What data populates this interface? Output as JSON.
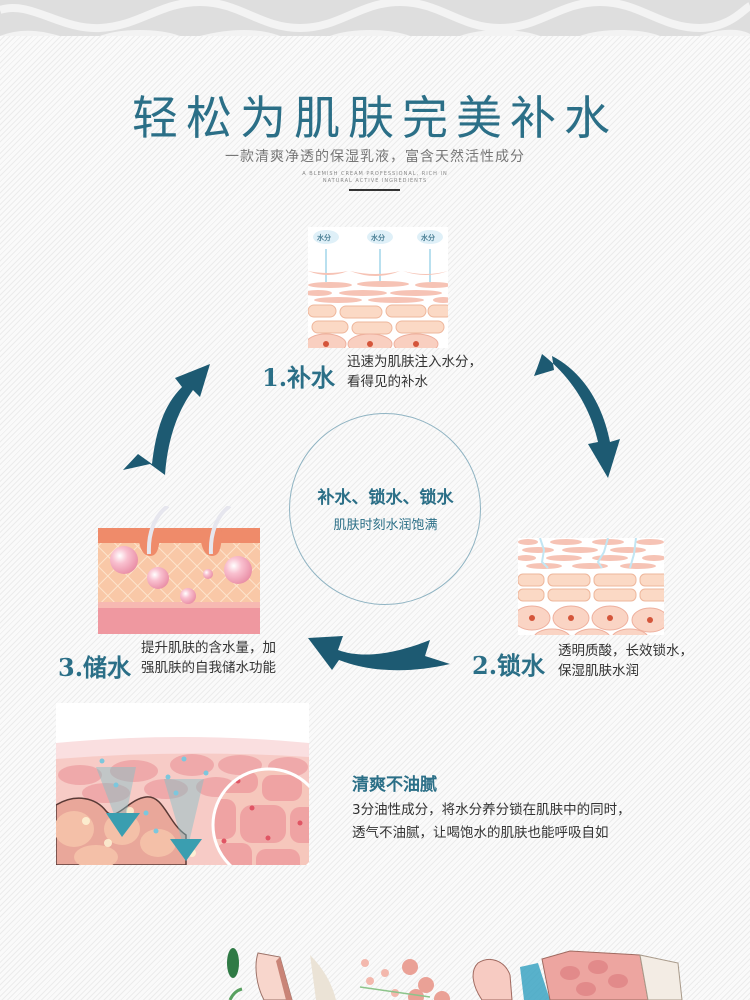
{
  "header": {
    "title": "轻松为肌肤完美补水",
    "subtitle": "一款清爽净透的保湿乳液，富含天然活性成分",
    "english_line1": "A BLEMISH CREAM PROFESSIONAL, RICH IN",
    "english_line2": "NATURAL ACTIVE INGREDIENTS"
  },
  "cycle": {
    "center_line1": "补水、锁水、锁水",
    "center_line2": "肌肤时刻水润饱满",
    "steps": [
      {
        "number": "1.补水",
        "desc_line1": "迅速为肌肤注入水分，",
        "desc_line2": "看得见的补水",
        "image_labels": [
          "水分",
          "水分",
          "水分"
        ]
      },
      {
        "number": "2.锁水",
        "desc_line1": "透明质酸，长效锁水，",
        "desc_line2": "保湿肌肤水润"
      },
      {
        "number": "3.储水",
        "desc_line1": "提升肌肤的含水量，加",
        "desc_line2": "强肌肤的自我储水功能"
      }
    ]
  },
  "feature": {
    "title": "清爽不油腻",
    "desc_line1": "3分油性成分，将水分养分锁在肌肤中的同时，",
    "desc_line2": "透气不油腻，让喝饱水的肌肤也能呼吸自如"
  },
  "colors": {
    "accent": "#2b6f87",
    "arrow": "#1d5a72",
    "skin_pink": "#f5b7a8",
    "water_blue": "#a9d8ec"
  }
}
